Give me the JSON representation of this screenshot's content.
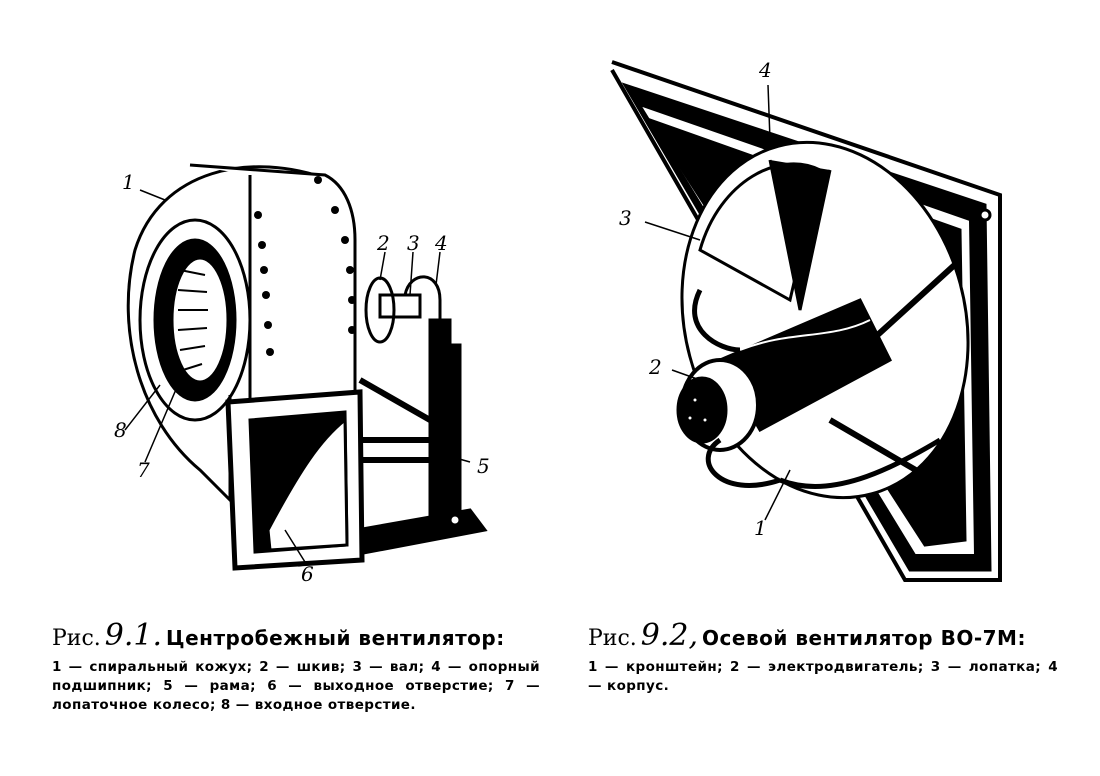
{
  "figure1": {
    "prefix": "Рис.",
    "number": "9.1.",
    "title": "Центробежный вентилятор:",
    "legend": "1 — спиральный кожух; 2 — шкив; 3 — вал; 4 — опорный подшипник; 5 — рама; 6 — выходное отверстие; 7 — лопаточное колесо; 8 — входное отверстие.",
    "labels": [
      "1",
      "2",
      "3",
      "4",
      "5",
      "6",
      "7",
      "8"
    ]
  },
  "figure2": {
    "prefix": "Рис.",
    "number": "9.2,",
    "title": "Осевой вентилятор ВО-7М:",
    "legend": "1 — кронштейн; 2 — электродвигатель; 3 — лопатка; 4 — корпус.",
    "labels": [
      "1",
      "2",
      "3",
      "4"
    ]
  }
}
